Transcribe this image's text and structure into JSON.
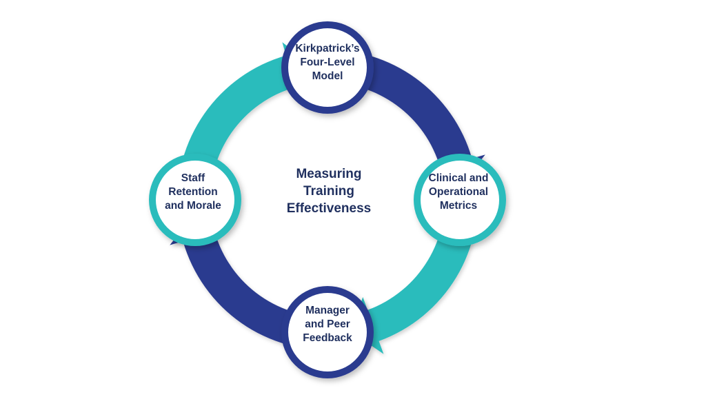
{
  "title": [
    "Measuring",
    "Training",
    "Effectiveness"
  ],
  "nodes": {
    "top": [
      "Kirkpatrick’s",
      "Four-Level",
      "Model"
    ],
    "right": [
      "Clinical and",
      "Operational",
      "Metrics"
    ],
    "bottom": [
      "Manager",
      "and Peer",
      "Feedback"
    ],
    "left": [
      "Staff",
      "Retention",
      "and Morale"
    ]
  },
  "colors": {
    "navy": "#2b3a8f",
    "teal": "#2cbcbc",
    "text": "#1f2f5e"
  }
}
